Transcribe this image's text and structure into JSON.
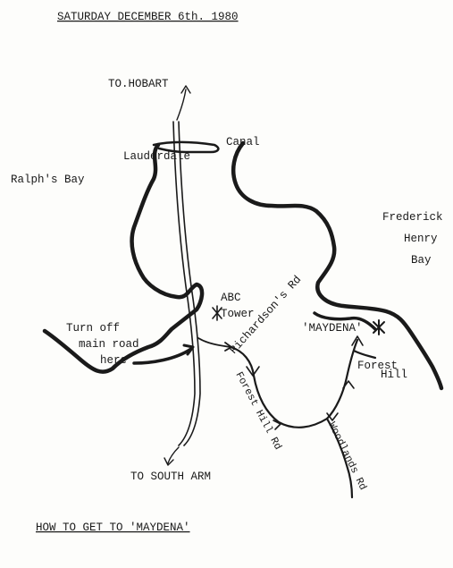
{
  "header": {
    "date": "SATURDAY  DECEMBER 6th.  1980"
  },
  "footer": {
    "title": "HOW TO GET TO 'MAYDENA'"
  },
  "labels": {
    "to_hobart": "TO.HOBART",
    "canal": "Canal",
    "lauderdale": "Lauderdale",
    "ralphs_bay": "Ralph's Bay",
    "frederick": "Frederick",
    "henry": "Henry",
    "bay": "Bay",
    "abc": "ABC",
    "tower": "Tower",
    "richardsons_rd": "Richardson's Rd",
    "maydena": "'MAYDENA'",
    "turn_off_1": "Turn off",
    "turn_off_2": "main road",
    "turn_off_3": "here",
    "forest_hill_right_1": "Forest",
    "forest_hill_right_2": "Hill",
    "forest_hill_rd": "Forest Hill Rd",
    "woodlands_rd": "Woodlands Rd",
    "to_south_arm": "TO SOUTH ARM"
  },
  "colors": {
    "ink": "#1a1a1a",
    "paper": "#fdfdfb"
  }
}
